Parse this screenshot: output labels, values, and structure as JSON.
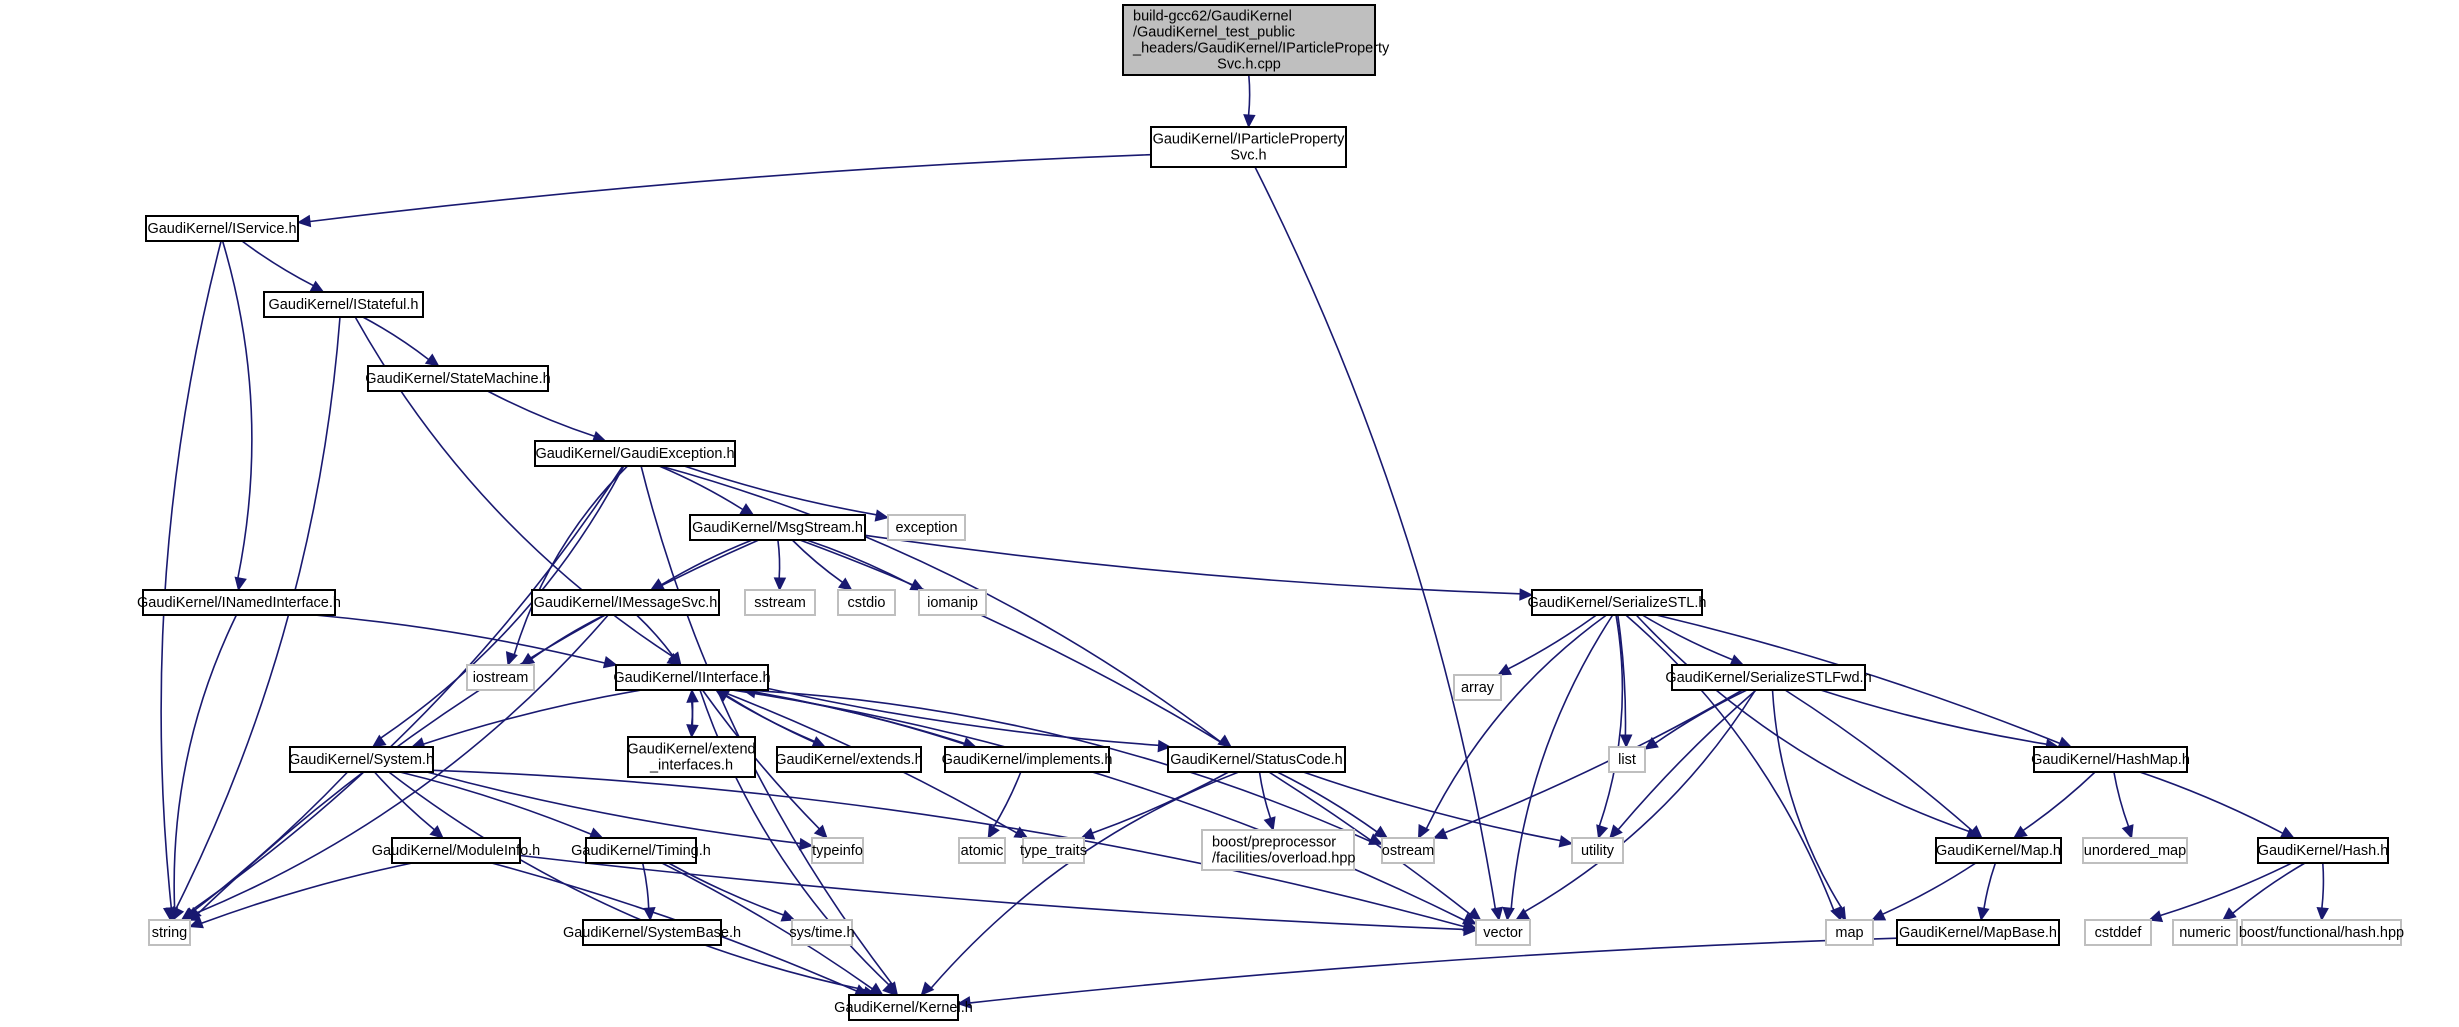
{
  "title": "Include dependency graph for IParticlePropertySvc.h.cpp",
  "colors": {
    "edge": "#191970",
    "root_fill": "#bfbfbf",
    "ext_border": "#bfbfbf",
    "node_border": "#000000"
  },
  "nodes": [
    {
      "id": "root",
      "kind": "root",
      "lines": [
        "build-gcc62/GaudiKernel",
        "/GaudiKernel_test_public",
        "_headers/GaudiKernel/IParticleProperty",
        "Svc.h.cpp"
      ]
    },
    {
      "id": "IParticlePropertySvc",
      "kind": "local",
      "lines": [
        "GaudiKernel/IParticleProperty",
        "Svc.h"
      ]
    },
    {
      "id": "IService",
      "kind": "local",
      "lines": [
        "GaudiKernel/IService.h"
      ]
    },
    {
      "id": "IStateful",
      "kind": "local",
      "lines": [
        "GaudiKernel/IStateful.h"
      ]
    },
    {
      "id": "StateMachine",
      "kind": "local",
      "lines": [
        "GaudiKernel/StateMachine.h"
      ]
    },
    {
      "id": "GaudiException",
      "kind": "local",
      "lines": [
        "GaudiKernel/GaudiException.h"
      ]
    },
    {
      "id": "MsgStream",
      "kind": "local",
      "lines": [
        "GaudiKernel/MsgStream.h"
      ]
    },
    {
      "id": "exception",
      "kind": "ext",
      "lines": [
        "exception"
      ]
    },
    {
      "id": "INamedInterface",
      "kind": "local",
      "lines": [
        "GaudiKernel/INamedInterface.h"
      ]
    },
    {
      "id": "IMessageSvc",
      "kind": "local",
      "lines": [
        "GaudiKernel/IMessageSvc.h"
      ]
    },
    {
      "id": "sstream",
      "kind": "ext",
      "lines": [
        "sstream"
      ]
    },
    {
      "id": "cstdio",
      "kind": "ext",
      "lines": [
        "cstdio"
      ]
    },
    {
      "id": "iomanip",
      "kind": "ext",
      "lines": [
        "iomanip"
      ]
    },
    {
      "id": "SerializeSTL",
      "kind": "local",
      "lines": [
        "GaudiKernel/SerializeSTL.h"
      ]
    },
    {
      "id": "iostream",
      "kind": "ext",
      "lines": [
        "iostream"
      ]
    },
    {
      "id": "IInterface",
      "kind": "local",
      "lines": [
        "GaudiKernel/IInterface.h"
      ]
    },
    {
      "id": "array",
      "kind": "ext",
      "lines": [
        "array"
      ]
    },
    {
      "id": "SerializeSTLFwd",
      "kind": "local",
      "lines": [
        "GaudiKernel/SerializeSTLFwd.h"
      ]
    },
    {
      "id": "System",
      "kind": "local",
      "lines": [
        "GaudiKernel/System.h"
      ]
    },
    {
      "id": "extend_interfaces",
      "kind": "local",
      "lines": [
        "GaudiKernel/extend",
        "_interfaces.h"
      ]
    },
    {
      "id": "extends",
      "kind": "local",
      "lines": [
        "GaudiKernel/extends.h"
      ]
    },
    {
      "id": "implements",
      "kind": "local",
      "lines": [
        "GaudiKernel/implements.h"
      ]
    },
    {
      "id": "StatusCode",
      "kind": "local",
      "lines": [
        "GaudiKernel/StatusCode.h"
      ]
    },
    {
      "id": "list",
      "kind": "ext",
      "lines": [
        "list"
      ]
    },
    {
      "id": "HashMap",
      "kind": "local",
      "lines": [
        "GaudiKernel/HashMap.h"
      ]
    },
    {
      "id": "ModuleInfo",
      "kind": "local",
      "lines": [
        "GaudiKernel/ModuleInfo.h"
      ]
    },
    {
      "id": "Timing",
      "kind": "local",
      "lines": [
        "GaudiKernel/Timing.h"
      ]
    },
    {
      "id": "typeinfo",
      "kind": "ext",
      "lines": [
        "typeinfo"
      ]
    },
    {
      "id": "atomic",
      "kind": "ext",
      "lines": [
        "atomic"
      ]
    },
    {
      "id": "type_traits",
      "kind": "ext",
      "lines": [
        "type_traits"
      ]
    },
    {
      "id": "boost_overload",
      "kind": "ext",
      "lines": [
        "boost/preprocessor",
        "/facilities/overload.hpp"
      ]
    },
    {
      "id": "ostream",
      "kind": "ext",
      "lines": [
        "ostream"
      ]
    },
    {
      "id": "utility",
      "kind": "ext",
      "lines": [
        "utility"
      ]
    },
    {
      "id": "Map",
      "kind": "local",
      "lines": [
        "GaudiKernel/Map.h"
      ]
    },
    {
      "id": "unordered_map",
      "kind": "ext",
      "lines": [
        "unordered_map"
      ]
    },
    {
      "id": "Hash",
      "kind": "local",
      "lines": [
        "GaudiKernel/Hash.h"
      ]
    },
    {
      "id": "string",
      "kind": "ext",
      "lines": [
        "string"
      ]
    },
    {
      "id": "SystemBase",
      "kind": "local",
      "lines": [
        "GaudiKernel/SystemBase.h"
      ]
    },
    {
      "id": "systime",
      "kind": "ext",
      "lines": [
        "sys/time.h"
      ]
    },
    {
      "id": "vector",
      "kind": "ext",
      "lines": [
        "vector"
      ]
    },
    {
      "id": "map",
      "kind": "ext",
      "lines": [
        "map"
      ]
    },
    {
      "id": "MapBase",
      "kind": "local",
      "lines": [
        "GaudiKernel/MapBase.h"
      ]
    },
    {
      "id": "cstddef",
      "kind": "ext",
      "lines": [
        "cstddef"
      ]
    },
    {
      "id": "numeric",
      "kind": "ext",
      "lines": [
        "numeric"
      ]
    },
    {
      "id": "boost_hash",
      "kind": "ext",
      "lines": [
        "boost/functional/hash.hpp"
      ]
    },
    {
      "id": "Kernel",
      "kind": "local",
      "lines": [
        "GaudiKernel/Kernel.h"
      ]
    }
  ],
  "edges": [
    [
      "root",
      "IParticlePropertySvc"
    ],
    [
      "IParticlePropertySvc",
      "IService"
    ],
    [
      "IParticlePropertySvc",
      "vector"
    ],
    [
      "IService",
      "IStateful"
    ],
    [
      "IService",
      "INamedInterface"
    ],
    [
      "IService",
      "string"
    ],
    [
      "IStateful",
      "StateMachine"
    ],
    [
      "IStateful",
      "IInterface"
    ],
    [
      "IStateful",
      "string"
    ],
    [
      "StateMachine",
      "GaudiException"
    ],
    [
      "GaudiException",
      "MsgStream"
    ],
    [
      "GaudiException",
      "exception"
    ],
    [
      "GaudiException",
      "System"
    ],
    [
      "GaudiException",
      "iostream"
    ],
    [
      "GaudiException",
      "StatusCode"
    ],
    [
      "GaudiException",
      "Kernel"
    ],
    [
      "GaudiException",
      "string"
    ],
    [
      "MsgStream",
      "IMessageSvc"
    ],
    [
      "MsgStream",
      "sstream"
    ],
    [
      "MsgStream",
      "cstdio"
    ],
    [
      "MsgStream",
      "iomanip"
    ],
    [
      "MsgStream",
      "SerializeSTL"
    ],
    [
      "MsgStream",
      "vector"
    ],
    [
      "MsgStream",
      "string"
    ],
    [
      "INamedInterface",
      "IInterface"
    ],
    [
      "INamedInterface",
      "string"
    ],
    [
      "IMessageSvc",
      "IInterface"
    ],
    [
      "IMessageSvc",
      "iostream"
    ],
    [
      "IMessageSvc",
      "string"
    ],
    [
      "IInterface",
      "System"
    ],
    [
      "IInterface",
      "extend_interfaces"
    ],
    [
      "IInterface",
      "extends"
    ],
    [
      "IInterface",
      "implements"
    ],
    [
      "IInterface",
      "StatusCode"
    ],
    [
      "IInterface",
      "ostream"
    ],
    [
      "IInterface",
      "typeinfo"
    ],
    [
      "IInterface",
      "type_traits"
    ],
    [
      "IInterface",
      "Kernel"
    ],
    [
      "IInterface",
      "vector"
    ],
    [
      "extend_interfaces",
      "IInterface"
    ],
    [
      "extends",
      "IInterface"
    ],
    [
      "implements",
      "IInterface"
    ],
    [
      "implements",
      "atomic"
    ],
    [
      "System",
      "ModuleInfo"
    ],
    [
      "System",
      "Timing"
    ],
    [
      "System",
      "typeinfo"
    ],
    [
      "System",
      "string"
    ],
    [
      "System",
      "Kernel"
    ],
    [
      "System",
      "vector"
    ],
    [
      "ModuleInfo",
      "string"
    ],
    [
      "ModuleInfo",
      "Kernel"
    ],
    [
      "ModuleInfo",
      "vector"
    ],
    [
      "Timing",
      "SystemBase"
    ],
    [
      "Timing",
      "systime"
    ],
    [
      "Timing",
      "Kernel"
    ],
    [
      "StatusCode",
      "boost_overload"
    ],
    [
      "StatusCode",
      "ostream"
    ],
    [
      "StatusCode",
      "utility"
    ],
    [
      "StatusCode",
      "type_traits"
    ],
    [
      "StatusCode",
      "Kernel"
    ],
    [
      "SerializeSTL",
      "array"
    ],
    [
      "SerializeSTL",
      "SerializeSTLFwd"
    ],
    [
      "SerializeSTL",
      "list"
    ],
    [
      "SerializeSTL",
      "ostream"
    ],
    [
      "SerializeSTL",
      "utility"
    ],
    [
      "SerializeSTL",
      "vector"
    ],
    [
      "SerializeSTL",
      "HashMap"
    ],
    [
      "SerializeSTL",
      "Map"
    ],
    [
      "SerializeSTL",
      "map"
    ],
    [
      "SerializeSTLFwd",
      "list"
    ],
    [
      "SerializeSTLFwd",
      "ostream"
    ],
    [
      "SerializeSTLFwd",
      "utility"
    ],
    [
      "SerializeSTLFwd",
      "vector"
    ],
    [
      "SerializeSTLFwd",
      "map"
    ],
    [
      "SerializeSTLFwd",
      "Map"
    ],
    [
      "SerializeSTLFwd",
      "HashMap"
    ],
    [
      "HashMap",
      "Map"
    ],
    [
      "HashMap",
      "unordered_map"
    ],
    [
      "HashMap",
      "Hash"
    ],
    [
      "Map",
      "MapBase"
    ],
    [
      "Map",
      "map"
    ],
    [
      "MapBase",
      "Kernel"
    ],
    [
      "Hash",
      "cstddef"
    ],
    [
      "Hash",
      "numeric"
    ],
    [
      "Hash",
      "boost_hash"
    ]
  ]
}
